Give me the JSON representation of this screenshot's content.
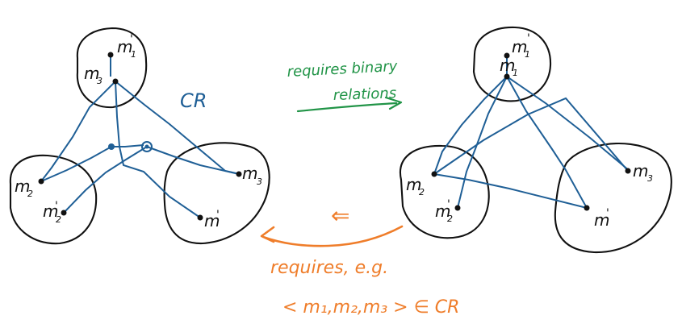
{
  "colors": {
    "ink": "#111111",
    "blue": "#1f5f96",
    "green": "#219447",
    "orange": "#ef7d2a"
  },
  "left_diagram": {
    "top_labels": [
      "m",
      "m"
    ],
    "top_sub_labels": [
      "1",
      "3"
    ],
    "top_primes": [
      "'"
    ],
    "bottom_left_labels": [
      "m",
      "m"
    ],
    "bottom_left_sub": [
      "2",
      "2"
    ],
    "bottom_left_primes": [
      "'"
    ],
    "bottom_right_labels": [
      "m",
      "m"
    ],
    "bottom_right_sub": [
      "3",
      ""
    ],
    "bottom_right_primes": [
      "'"
    ],
    "relation_label": "CR"
  },
  "right_diagram": {
    "top_labels": [
      "m",
      "m"
    ],
    "top_sub_labels": [
      "1",
      "1"
    ],
    "top_primes": [
      "'"
    ],
    "bottom_left_labels": [
      "m",
      "m"
    ],
    "bottom_left_sub": [
      "2",
      "2"
    ],
    "bottom_left_primes": [
      "'"
    ],
    "bottom_right_labels": [
      "m",
      "m"
    ],
    "bottom_right_sub": [
      "3",
      ""
    ],
    "bottom_right_primes": [
      "'"
    ]
  },
  "green_note": {
    "line1": "requires binary",
    "line2": "relations"
  },
  "orange_note": {
    "symbol": "⇐",
    "line1": "requires, e.g.",
    "line2": "< m₁,m₂,m₃ > ∈ CR"
  }
}
